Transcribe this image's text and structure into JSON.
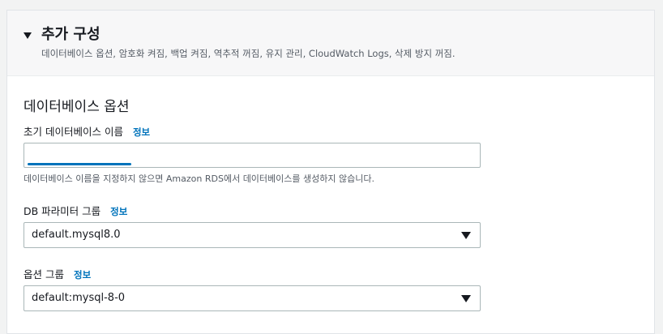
{
  "section": {
    "title": "추가 구성",
    "description": "데이터베이스 옵션, 암호화 켜짐, 백업 켜짐, 역추적 꺼짐, 유지 관리, CloudWatch Logs, 삭제 방지 꺼짐."
  },
  "database_options": {
    "title": "데이터베이스 옵션",
    "initial_db_name": {
      "label": "초기 데이터베이스 이름",
      "info": "정보",
      "value": "",
      "hint": "데이터베이스 이름을 지정하지 않으면 Amazon RDS에서 데이터베이스를 생성하지 않습니다."
    },
    "db_parameter_group": {
      "label": "DB 파라미터 그룹",
      "info": "정보",
      "selected": "default.mysql8.0"
    },
    "option_group": {
      "label": "옵션 그룹",
      "info": "정보",
      "selected": "default:mysql-8-0"
    }
  },
  "colors": {
    "link": "#0073bb",
    "border": "#aab7b8",
    "header_bg": "#f7f7f8"
  }
}
